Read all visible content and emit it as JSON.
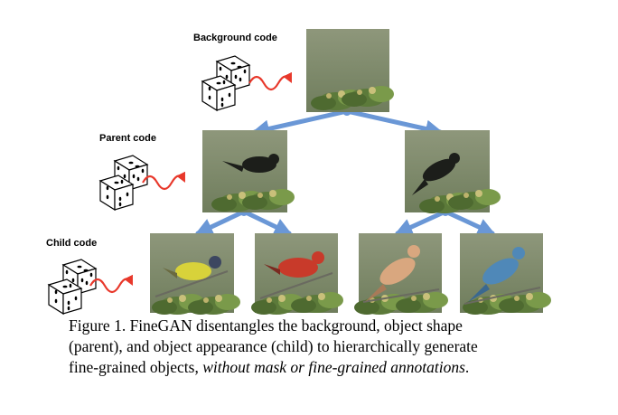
{
  "labels": {
    "background": "Background code",
    "parent": "Parent code",
    "child": "Child code"
  },
  "caption": {
    "line1": "Figure 1. FineGAN disentangles the background, object shape",
    "line2": "(parent), and object appearance (child) to hierarchically generate",
    "line3_plain": "fine-grained objects, ",
    "line3_italic": "without mask or fine-grained annotations",
    "line3_end": "."
  },
  "colors": {
    "tree_arrow": "#6a97d6",
    "noise_arrow": "#e8382b",
    "background_image": "#7f8a6c",
    "foliage": "#5c7a3a",
    "parent_bird": "#1c1e1a",
    "child_yellow_bird": "#d8d23a",
    "child_red_bird": "#c83a2a",
    "child_tan_bird": "#d9a77f",
    "child_blue_bird": "#4f88b8"
  },
  "icons": [
    "dice-icon",
    "noise-arrow-icon",
    "tree-arrow-icon"
  ]
}
